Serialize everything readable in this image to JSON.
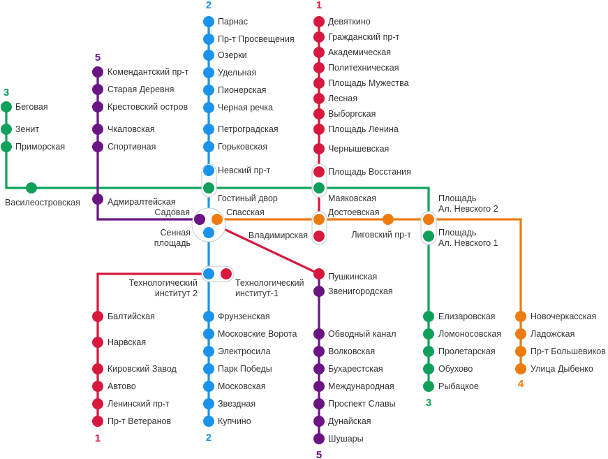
{
  "colors": {
    "1": "#d6193d",
    "2": "#1b93ea",
    "3": "#10a05b",
    "4": "#ec7c10",
    "5": "#6a1582"
  },
  "line_numbers": [
    "1",
    "2",
    "3",
    "4",
    "5"
  ],
  "lines": {
    "1": {
      "top": [
        "Девяткино",
        "Гражданский пр-т",
        "Академическая",
        "Политехническая",
        "Площадь Мужества",
        "Лесная",
        "Выборгская",
        "Площадь Ленина",
        "Чернышевская",
        "Площадь Восстания"
      ],
      "center": [
        "Владимирская",
        "Пушкинская"
      ],
      "transfer_tech": "Технологический институт-1",
      "south": [
        "Балтийская",
        "Нарвская",
        "Кировский Завод",
        "Автово",
        "Ленинский пр-т",
        "Пр-т Ветеранов"
      ]
    },
    "2": {
      "north": [
        "Парнас",
        "Пр-т Просвещения",
        "Озерки",
        "Удельная",
        "Пионерская",
        "Черная речка",
        "Петроградская",
        "Горьковская",
        "Невский пр-т"
      ],
      "center": [
        "Сенная площадь",
        "Технологический институт 2"
      ],
      "south": [
        "Фрунзенская",
        "Московские Ворота",
        "Электросила",
        "Парк Победы",
        "Московская",
        "Звездная",
        "Купчино"
      ]
    },
    "3": {
      "northwest": [
        "Беговая",
        "Зенит",
        "Приморская"
      ],
      "center": [
        "Василеостровская",
        "Гостиный двор",
        "Маяковская",
        "Площадь Ал. Невского 1"
      ],
      "south": [
        "Елизаровская",
        "Ломоносовская",
        "Пролетарская",
        "Обухово",
        "Рыбацкое"
      ]
    },
    "4": {
      "center": [
        "Спасская",
        "Достоевская",
        "Лиговский пр-т",
        "Площадь Ал. Невского 2"
      ],
      "south": [
        "Новочеркасская",
        "Ладожская",
        "Пр-т Большевиков",
        "Улица Дыбенко"
      ]
    },
    "5": {
      "north": [
        "Комендантский пр-т",
        "Старая Деревня",
        "Крестовский остров",
        "Чкаловская",
        "Спортивная",
        "Адмиралтейская",
        "Садовая"
      ],
      "south": [
        "Звенигородская",
        "Обводный канал",
        "Волковская",
        "Бухарестская",
        "Международная",
        "Проспект Славы",
        "Дунайская",
        "Шушары"
      ]
    }
  }
}
